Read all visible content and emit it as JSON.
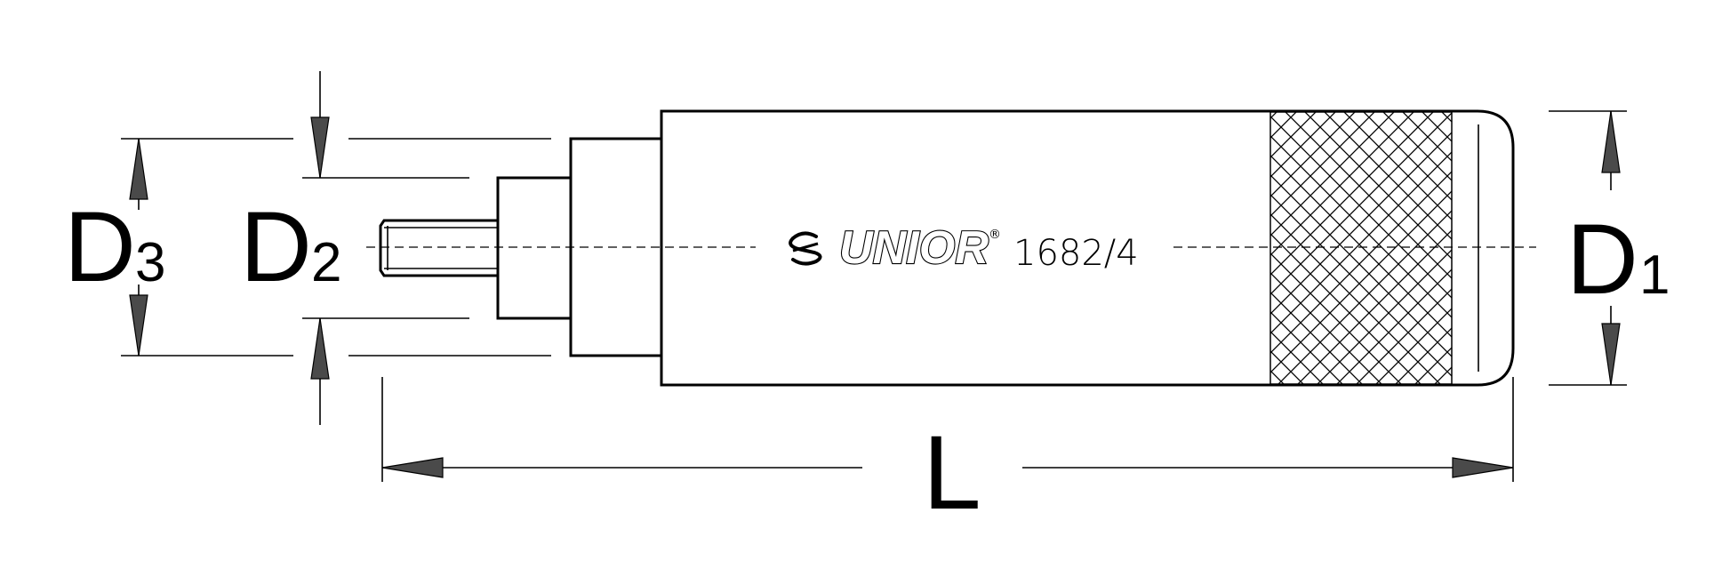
{
  "dimensions": {
    "d1": {
      "letter": "D",
      "index": "1"
    },
    "d2": {
      "letter": "D",
      "index": "2"
    },
    "d3": {
      "letter": "D",
      "index": "3"
    },
    "length": "L"
  },
  "tool_marking": {
    "brand": "UNIOR",
    "registered_mark": "®",
    "model": "1682/4"
  },
  "colors": {
    "line": "#000000",
    "arrow_fill": "#4a4a4a",
    "background": "#ffffff"
  }
}
